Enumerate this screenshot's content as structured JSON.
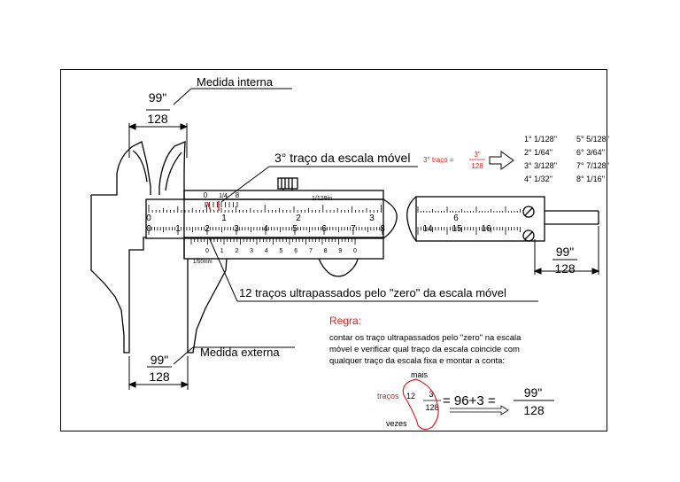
{
  "labels": {
    "internal_fraction_num": "99\"",
    "internal_fraction_den": "128",
    "internal_label": "Medida interna",
    "external_fraction_num": "99\"",
    "external_fraction_den": "128",
    "external_label": "Medida externa",
    "right_fraction_num": "99\"",
    "right_fraction_den": "128",
    "third_trace": "3° traço da escala móvel",
    "third_trace_formula_prefix": "3° traço =",
    "third_trace_formula_num": "3\"",
    "third_trace_formula_den": "128",
    "twelve_traces": "12 traços ultrapassados pelo \"zero\" da escala móvel",
    "vernier_label_top": "1/128in",
    "vernier_label_bottom": "1/50mm"
  },
  "fraction_table": {
    "col1": [
      "1° 1/128''",
      "2° 1/64''",
      "3° 3/128''",
      "4° 1/32''"
    ],
    "col2": [
      "5° 5/128''",
      "6° 3/64''",
      "7° 7/128''",
      "8° 1/16''"
    ]
  },
  "inch_scale": {
    "numbers": [
      "0",
      "1",
      "2",
      "3"
    ],
    "vernier_numbers": [
      "0",
      "1/4",
      "8"
    ]
  },
  "mm_scale": {
    "numbers": [
      "0",
      "1",
      "2",
      "3",
      "4",
      "5",
      "6",
      "7",
      "8"
    ],
    "right_numbers": [
      "6",
      "14",
      "15",
      "16"
    ],
    "vernier_numbers": [
      "0",
      "1",
      "2",
      "3",
      "4",
      "5",
      "6",
      "7",
      "8",
      "9",
      "0"
    ]
  },
  "rule": {
    "title": "Regra:",
    "line1": "contar os traço ultrapassados pelo \"zero\" na escala",
    "line2": "móvel e verificar qual traço da escala coincide com",
    "line3": "qualquer traço da escala fixa e montar a conta:",
    "mais": "mais",
    "tracos": "traços",
    "vezes": "vezes",
    "whole": "12",
    "frac_num": "3",
    "frac_den": "128",
    "equation": "= 96+3 =",
    "result_num": "99\"",
    "result_den": "128"
  },
  "colors": {
    "accent_red": "#e02020",
    "line": "#000000"
  }
}
